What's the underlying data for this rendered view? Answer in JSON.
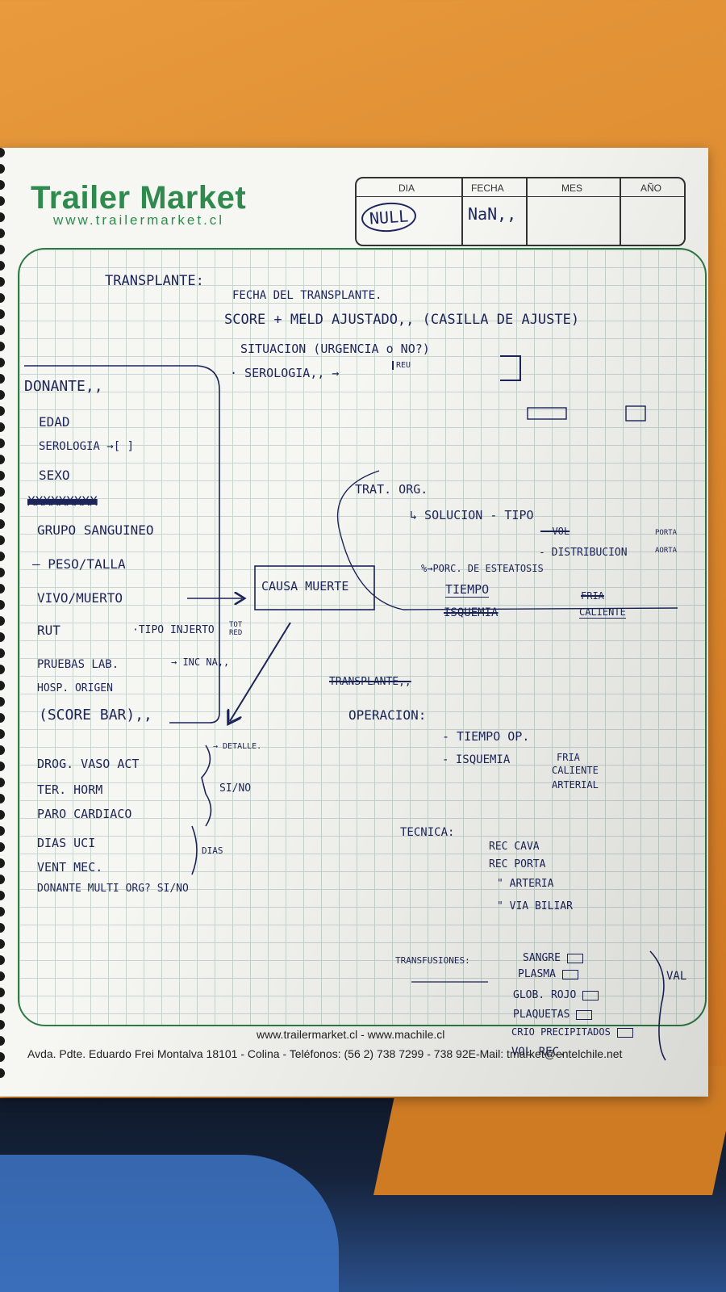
{
  "header": {
    "brand": "Trailer Market",
    "brand_url": "www.trailermarket.cl",
    "date_box": {
      "dia": "DIA",
      "fecha": "FECHA",
      "mes": "MES",
      "ano": "AÑO",
      "nul_mark": "NULL",
      "fecha_value": "NaN,,"
    }
  },
  "footer": {
    "urls": "www.trailermarket.cl - www.machile.cl",
    "address": "Avda. Pdte. Eduardo Frei Montalva 18101 - Colina - Teléfonos: (56 2) 738 7299 - 738 92",
    "email": "E-Mail: tmarket@entelchile.net"
  },
  "notes": {
    "transplante_title": "TRANSPLANTE:",
    "fecha_transplante": "FECHA DEL TRANSPLANTE.",
    "score_meld": "SCORE + MELD AJUSTADO,, (CASILLA DE AJUSTE)",
    "situacion": "SITUACION (URGENCIA o NO?)",
    "serologia": "· SEROLOGIA,, →",
    "serologia_box_label": "REU",
    "donante_title": "DONANTE,,",
    "donante_items": [
      "EDAD",
      "SEROLOGIA →[ ]",
      "SEXO",
      "XXXXXXXXX",
      "GRUPO SANGUINEO",
      "— PESO/TALLA",
      "VIVO/MUERTO",
      "RUT",
      "PRUEBAS LAB.",
      "HOSP. ORIGEN",
      "(SCORE BAR),,"
    ],
    "tipo_injerto": "·TIPO INJERTO",
    "tot_red": "TOT RED",
    "inc_na": "→ INC NA,,",
    "causa_muerte": "CAUSA MUERTE",
    "trat_org": "TRAT. ORG.",
    "solucion_tipo": "↳ SOLUCION - TIPO",
    "vol": "- VOL",
    "distribucion": "- DISTRIBUCION",
    "porta": "PORTA",
    "aorta": "AORTA",
    "porc_esteatosis": "%→PORC. DE ESTEATOSIS",
    "tiempo": "TIEMPO",
    "isquemia": "ISQUEMIA",
    "fria": "FRIA",
    "caliente": "CALIENTE",
    "transplante_struck": "TRANSPLANTE,,",
    "operacion": "OPERACION:",
    "tiempo_op": "- TIEMPO OP.",
    "isquemia_op": "- ISQUEMIA",
    "isquemia_types": [
      "FRIA",
      "CALIENTE",
      "ARTERIAL"
    ],
    "donor_extra": [
      "DROG. VASO ACT",
      "TER. HORM",
      "PARO CARDIACO",
      "DIAS UCI",
      "VENT MEC.",
      "DONANTE MULTI ORG? SI/NO"
    ],
    "detalle": "→ DETALLE.",
    "si_no": "SI/NO",
    "dias": "DIAS",
    "tecnica": "TECNICA:",
    "tecnica_items": [
      "REC CAVA",
      "REC PORTA",
      "\" ARTERIA",
      "\" VIA BILIAR"
    ],
    "transfusiones": "TRANSFUSIONES:",
    "transfusion_items": [
      "SANGRE",
      "PLASMA",
      "GLOB. ROJO",
      "PLAQUETAS",
      "CRIO PRECIPITADOS",
      "VOL REC."
    ],
    "val": "VAL"
  }
}
